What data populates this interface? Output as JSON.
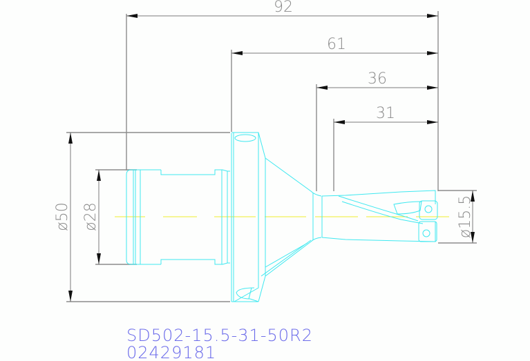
{
  "drawing": {
    "part_number": "SD502-15.5-31-50R2",
    "code": "02429181",
    "colors": {
      "background": "#fdfefd",
      "part_outline": "#3ee8f0",
      "dimension": "#7a7a7a",
      "centerline": "#eeee30",
      "title": "#6b6bea",
      "arrowhead": "#111111"
    },
    "dimensions": {
      "overall_length": "92",
      "flange_to_tip": "61",
      "body_length": "36",
      "drilling_depth": "31",
      "flange_diameter": "ø50",
      "shank_diameter": "ø28",
      "drill_diameter": "ø15.5"
    }
  }
}
